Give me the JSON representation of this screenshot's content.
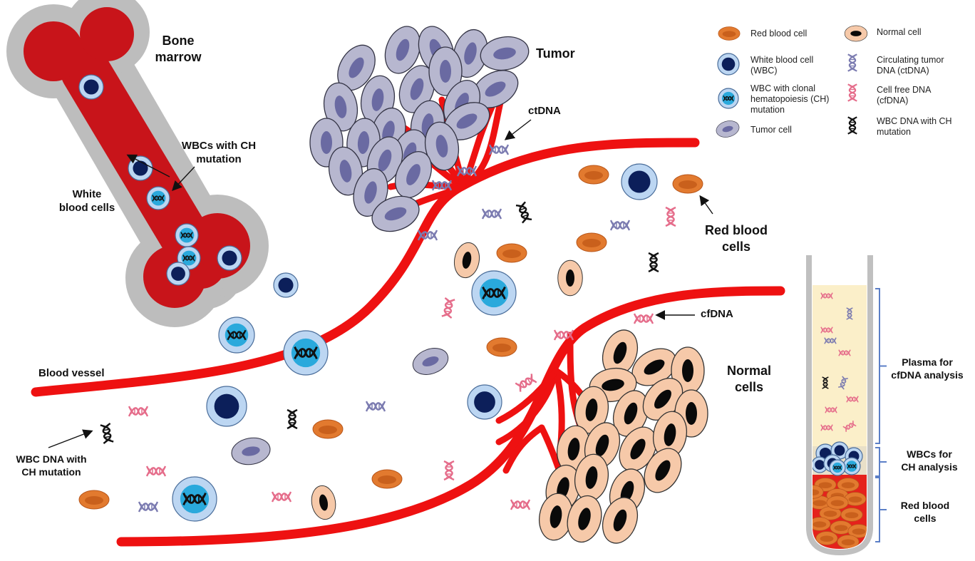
{
  "colors": {
    "vessel": "#ee1111",
    "marrow": "#c8141a",
    "bone": "#bdbdbd",
    "rbc": "#e27a2f",
    "rbc_inner": "#c9601c",
    "wbc_outer": "#bcd6f2",
    "wbc_nucleus": "#0c1f5a",
    "ch_nucleus": "#2aa9dc",
    "tumor": "#b7b7cf",
    "tumor_nucleus": "#6a6aa2",
    "normal": "#f6c9a9",
    "normal_nucleus": "#0a0a0a",
    "ctdna": "#7b7bb0",
    "cfdna": "#e56c8a",
    "chdna": "#111111",
    "plasma": "#fbefc9",
    "bracket": "#5b7fc7",
    "tube": "#c0c0c0"
  },
  "labels": {
    "bone_marrow": [
      "Bone",
      "marrow"
    ],
    "tumor": "Tumor",
    "ctdna": "ctDNA",
    "wbcs_ch": [
      "WBCs with CH",
      "mutation"
    ],
    "white_blood_cells": [
      "White",
      "blood cells"
    ],
    "red_blood_cells": [
      "Red blood",
      "cells"
    ],
    "cfdna": "cfDNA",
    "blood_vessel": "Blood vessel",
    "normal_cells": [
      "Normal",
      "cells"
    ],
    "wbc_dna_ch": [
      "WBC DNA with",
      "CH mutation"
    ]
  },
  "legend": [
    {
      "icon": "rbc",
      "text": [
        "Red blood cell"
      ]
    },
    {
      "icon": "wbc",
      "text": [
        "White blood cell",
        "(WBC)"
      ]
    },
    {
      "icon": "ch-wbc",
      "text": [
        "WBC with clonal",
        "hematopoiesis (CH)",
        "mutation"
      ]
    },
    {
      "icon": "tumor-cell",
      "text": [
        "Tumor cell"
      ]
    },
    {
      "icon": "normal-cell",
      "text": [
        "Normal cell"
      ]
    },
    {
      "icon": "ctdna",
      "text": [
        "Circulating tumor",
        "DNA (ctDNA)"
      ]
    },
    {
      "icon": "cfdna",
      "text": [
        "Cell free DNA",
        "(cfDNA)"
      ]
    },
    {
      "icon": "chdna",
      "text": [
        "WBC DNA with CH",
        "mutation"
      ]
    }
  ],
  "tube": {
    "plasma": [
      "Plasma for",
      "cfDNA analysis"
    ],
    "wbcs": [
      "WBCs for",
      "CH analysis"
    ],
    "rbcs": [
      "Red blood",
      "cells"
    ]
  }
}
